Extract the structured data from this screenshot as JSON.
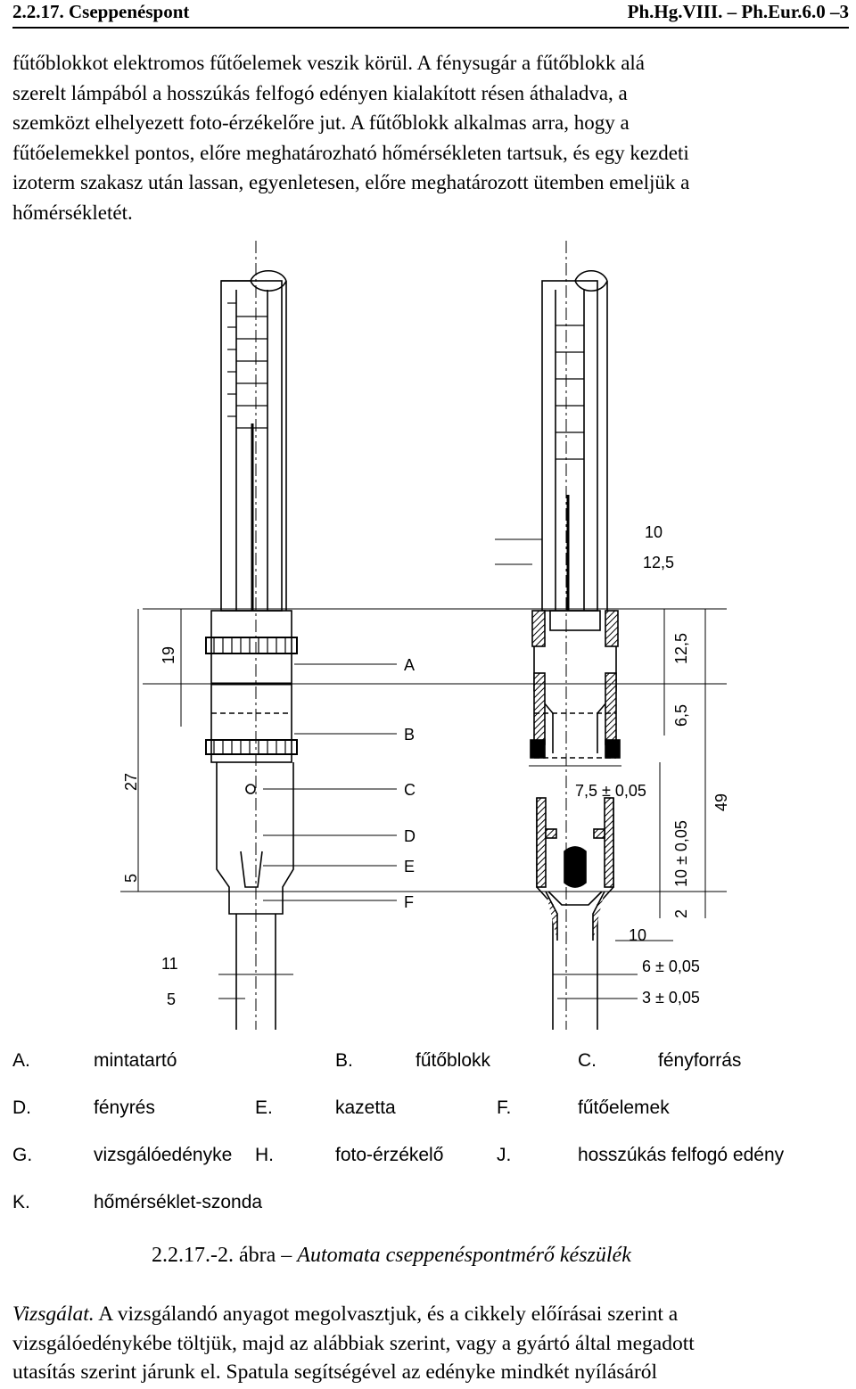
{
  "header": {
    "section": "2.2.17. Cseppenéspont",
    "pharmacopoeia": "Ph.Hg.VIII. – Ph.Eur.6.0 –3"
  },
  "intro": {
    "lines": [
      "fűtőblokkot elektromos fűtőelemek veszik körül. A fénysugár a fűtőblokk alá",
      "szerelt lámpából a hosszúkás felfogó edényen kialakított résen áthaladva, a",
      "szemközt elhelyezett foto-érzékelőre jut. A fűtőblokk alkalmas arra, hogy a",
      "fűtőelemekkel pontos, előre meghatározható hőmérsékleten tartsuk, és egy kezdeti",
      "izoterm szakasz után lassan, egyenletesen, előre meghatározott ütemben emeljük a",
      "hőmérsékletét."
    ]
  },
  "figure": {
    "dimensions": {
      "d10_top": "10",
      "d12_5_top": "12,5",
      "d19": "19",
      "d27": "27",
      "d5_left": "5",
      "d12_5_right": "12,5",
      "d6_5": "6,5",
      "d49": "49",
      "d7_5": "7,5 ± 0,05",
      "d10_right": "10 ± 0,05",
      "d2": "2",
      "d10_bottom": "10",
      "d11": "11",
      "d5_bottom": "5",
      "d6": "6 ± 0,05",
      "d3": "3 ± 0,05"
    },
    "callouts": [
      "A",
      "B",
      "C",
      "D",
      "E",
      "F"
    ]
  },
  "legend": {
    "rows": [
      [
        {
          "key": "A.",
          "label": "mintatartó"
        },
        {
          "key": "B.",
          "label": "fűtőblokk"
        },
        {
          "key": "C.",
          "label": "fényforrás"
        }
      ],
      [
        {
          "key": "D.",
          "label": "fényrés"
        },
        {
          "key": "E.",
          "label": "kazetta"
        },
        {
          "key": "F.",
          "label": "fűtőelemek"
        }
      ],
      [
        {
          "key": "G.",
          "label": "vizsgálóedényke"
        },
        {
          "key": "H.",
          "label": "foto-érzékelő"
        },
        {
          "key": "J.",
          "label": "hosszúkás felfogó edény"
        }
      ],
      [
        {
          "key": "K.",
          "label": "hőmérséklet-szonda"
        }
      ]
    ]
  },
  "caption": {
    "number": "2.2.17.-2. ábra",
    "dash": " – ",
    "title": "Automata cseppenéspontmérő készülék"
  },
  "body": {
    "lead": "Vizsgálat.",
    "line1": " A vizsgálandó anyagot megolvasztjuk, és a cikkely előírásai szerint a",
    "line2": "vizsgálóedénykébe töltjük, majd az alábbiak szerint, vagy a gyártó által megadott",
    "line3": "utasítás szerint járunk el. Spatula segítségével az edényke mindkét nyílásáról"
  }
}
